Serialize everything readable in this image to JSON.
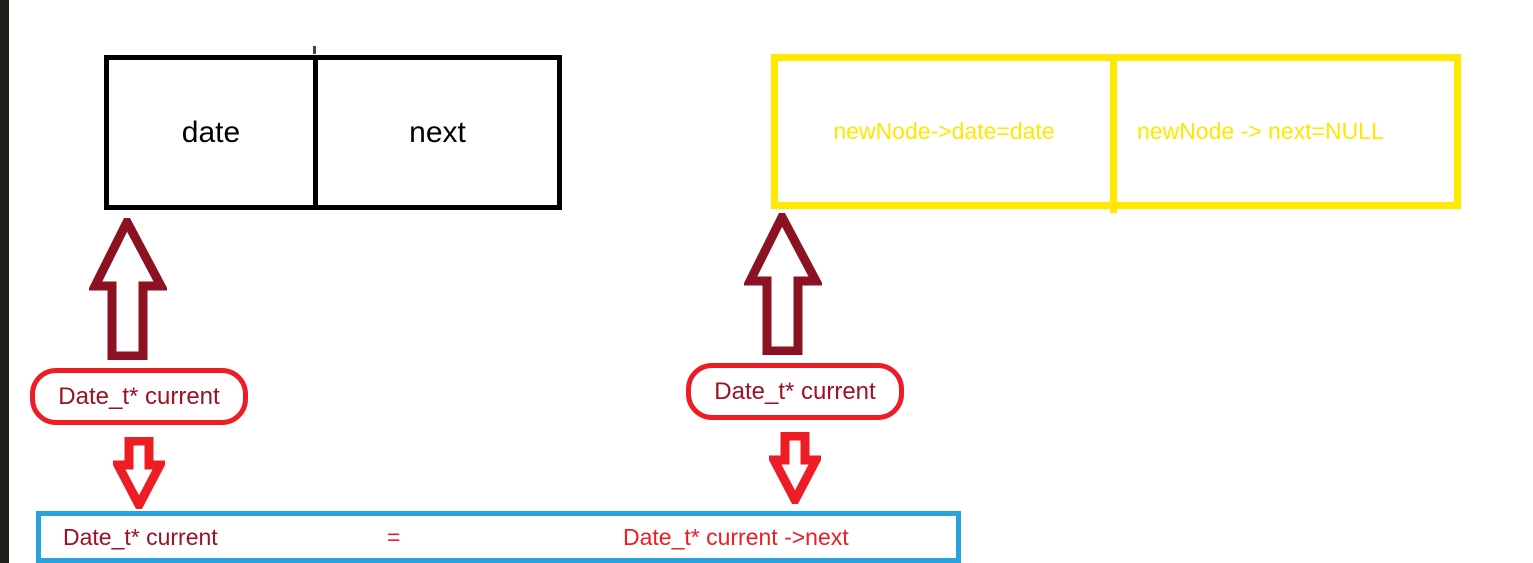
{
  "diagram": {
    "type": "linked-list-node-diagram",
    "background_color": "#ffffff",
    "edge_bar_color": "#231f1a",
    "colors": {
      "node_border": "#000000",
      "new_node_border": "#ffe800",
      "new_node_text": "#ffe800",
      "pointer_arrow": "#8c1122",
      "small_arrow": "#ee1c25",
      "pill_border": "#ee1c25",
      "pill_text": "#9c1125",
      "assign_bar_border": "#29a3dc",
      "assign_lhs_text": "#9c1125",
      "assign_op_text": "#ee1c25",
      "assign_rhs_text": "#ee1c25"
    }
  },
  "node_struct": {
    "label": "node-struct-box",
    "fields": [
      {
        "name": "date-field",
        "text": "date"
      },
      {
        "name": "next-field",
        "text": "next"
      }
    ]
  },
  "new_node_struct": {
    "label": "new-node-assignment-box",
    "fields": [
      {
        "name": "newnode-date-assignment",
        "text": "newNode->date=date"
      },
      {
        "name": "newnode-next-assignment",
        "text": "newNode ->  next=NULL"
      }
    ]
  },
  "pointer_labels": [
    {
      "name": "current-pointer-left",
      "text": "Date_t* current"
    },
    {
      "name": "current-pointer-right",
      "text": "Date_t* current"
    }
  ],
  "assignment_bar": {
    "lhs": "Date_t* current",
    "operator": "=",
    "rhs": "Date_t* current ->next"
  },
  "icons": {
    "up_arrow": "up-block-arrow-icon",
    "down_arrow": "down-block-arrow-icon",
    "tick": "tick-mark-icon"
  }
}
